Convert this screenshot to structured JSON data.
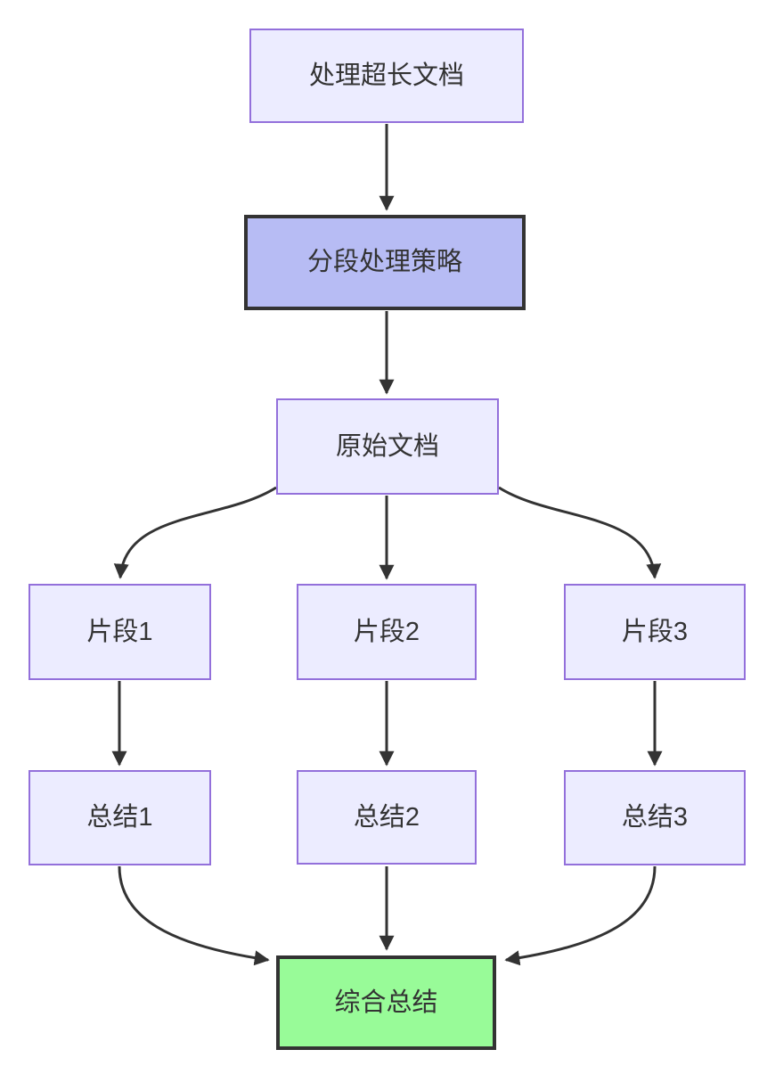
{
  "diagram": {
    "type": "flowchart",
    "direction": "top-down",
    "nodes": [
      {
        "id": "A",
        "label": "处理超长文档",
        "style": "default"
      },
      {
        "id": "B",
        "label": "分段处理策略",
        "style": "highlight"
      },
      {
        "id": "C",
        "label": "原始文档",
        "style": "default"
      },
      {
        "id": "D1",
        "label": "片段1",
        "style": "default"
      },
      {
        "id": "D2",
        "label": "片段2",
        "style": "default"
      },
      {
        "id": "D3",
        "label": "片段3",
        "style": "default"
      },
      {
        "id": "E1",
        "label": "总结1",
        "style": "default"
      },
      {
        "id": "E2",
        "label": "总结2",
        "style": "default"
      },
      {
        "id": "E3",
        "label": "总结3",
        "style": "default"
      },
      {
        "id": "F",
        "label": "综合总结",
        "style": "result"
      }
    ],
    "edges": [
      {
        "from": "A",
        "to": "B"
      },
      {
        "from": "B",
        "to": "C"
      },
      {
        "from": "C",
        "to": "D1"
      },
      {
        "from": "C",
        "to": "D2"
      },
      {
        "from": "C",
        "to": "D3"
      },
      {
        "from": "D1",
        "to": "E1"
      },
      {
        "from": "D2",
        "to": "E2"
      },
      {
        "from": "D3",
        "to": "E3"
      },
      {
        "from": "E1",
        "to": "F"
      },
      {
        "from": "E2",
        "to": "F"
      },
      {
        "from": "E3",
        "to": "F"
      }
    ],
    "colors": {
      "node_fill": "#ECECFF",
      "node_border": "#9370DB",
      "highlight_fill": "#b7bcf4",
      "highlight_border": "#333333",
      "result_fill": "#98FB98",
      "result_border": "#333333",
      "edge_color": "#333333",
      "text_color": "#333333",
      "background": "#ffffff"
    }
  }
}
